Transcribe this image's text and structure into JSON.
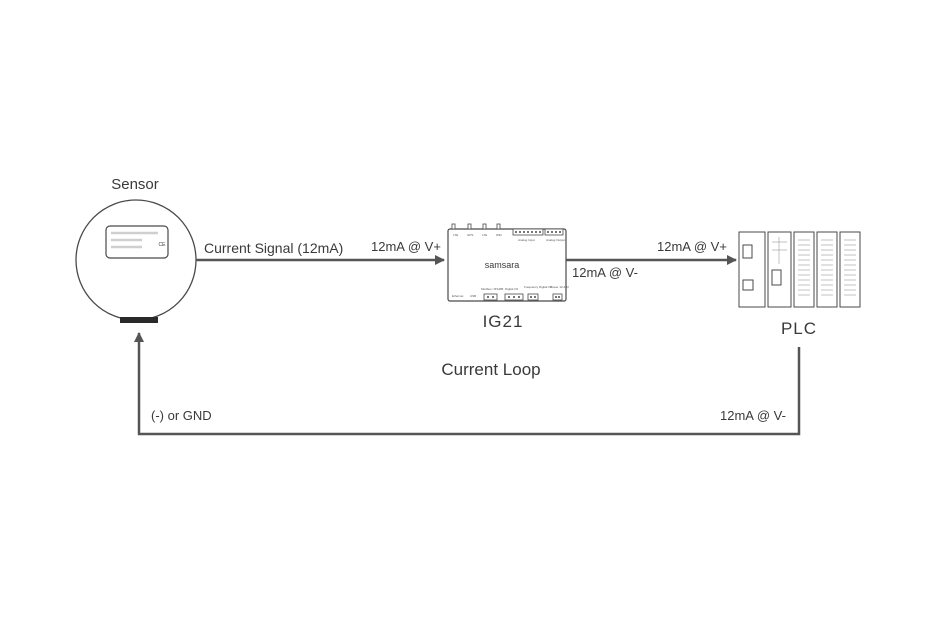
{
  "diagram": {
    "sensor": {
      "title": "Sensor",
      "badge": "CE"
    },
    "ig21": {
      "brand": "samsara",
      "name": "IG21",
      "top_ports": [
        "LTE",
        "GPS",
        "LTE",
        "WiFi"
      ],
      "top_labels": [
        "Analog Input",
        "Analog Output"
      ],
      "bottom_labels": [
        "Ethernet",
        "USB",
        "Modbus / RS485",
        "Digital I/O",
        "Frequency Digital I/O",
        "Power 12-48V"
      ]
    },
    "plc": {
      "name": "PLC"
    },
    "edges": {
      "sensor_to_ig21_signal": "Current Signal (12mA)",
      "sensor_to_ig21_value": "12mA @ V+",
      "ig21_to_plc_value": "12mA @ V+",
      "ig21_return": "12mA @ V-",
      "loop_title": "Current Loop",
      "ground": "(-) or GND",
      "plc_return": "12mA @ V-"
    },
    "colors": {
      "line": "#555555",
      "text": "#3a3a3a",
      "outline": "#4a4a4a"
    }
  }
}
